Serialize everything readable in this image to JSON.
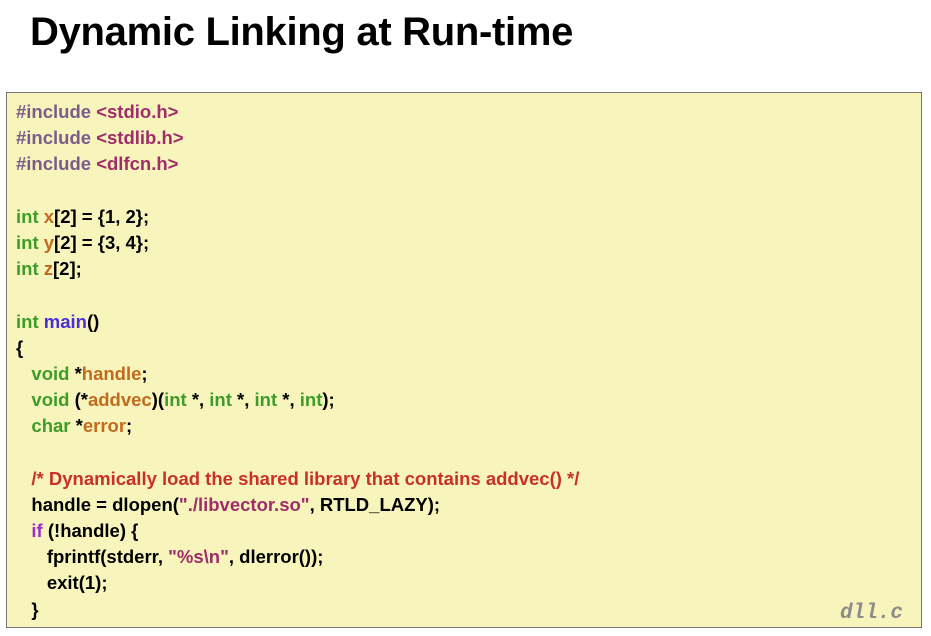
{
  "title": "Dynamic Linking at Run-time",
  "file_label": "dll.c",
  "colors": {
    "background": "#f7f5bb",
    "border": "#777777",
    "preprocessor": "#7b5c8c",
    "header_name": "#a02c6a",
    "keyword": "#3e9c2a",
    "identifier": "#c06b1e",
    "function_name": "#4b2fd6",
    "comment": "#c9302a",
    "string": "#a02c6a",
    "control_keyword": "#a02cc7",
    "plain": "#000000"
  },
  "code": {
    "lines": [
      {
        "tokens": [
          {
            "t": "#include ",
            "k": "pre"
          },
          {
            "t": "<stdio.h>",
            "k": "hdr"
          }
        ]
      },
      {
        "tokens": [
          {
            "t": "#include ",
            "k": "pre"
          },
          {
            "t": "<stdlib.h>",
            "k": "hdr"
          }
        ]
      },
      {
        "tokens": [
          {
            "t": "#include ",
            "k": "pre"
          },
          {
            "t": "<dlfcn.h>",
            "k": "hdr"
          }
        ]
      },
      {
        "tokens": []
      },
      {
        "tokens": [
          {
            "t": "int ",
            "k": "kw"
          },
          {
            "t": "x",
            "k": "id"
          },
          {
            "t": "[2] = {1, 2};",
            "k": "txt"
          }
        ]
      },
      {
        "tokens": [
          {
            "t": "int ",
            "k": "kw"
          },
          {
            "t": "y",
            "k": "id"
          },
          {
            "t": "[2] = {3, 4};",
            "k": "txt"
          }
        ]
      },
      {
        "tokens": [
          {
            "t": "int ",
            "k": "kw"
          },
          {
            "t": "z",
            "k": "id"
          },
          {
            "t": "[2];",
            "k": "txt"
          }
        ]
      },
      {
        "tokens": []
      },
      {
        "tokens": [
          {
            "t": "int ",
            "k": "kw"
          },
          {
            "t": "main",
            "k": "fn"
          },
          {
            "t": "()",
            "k": "txt"
          }
        ]
      },
      {
        "tokens": [
          {
            "t": "{",
            "k": "txt"
          }
        ]
      },
      {
        "tokens": [
          {
            "t": "   ",
            "k": "txt"
          },
          {
            "t": "void ",
            "k": "kw"
          },
          {
            "t": "*",
            "k": "txt"
          },
          {
            "t": "handle",
            "k": "id"
          },
          {
            "t": ";",
            "k": "txt"
          }
        ]
      },
      {
        "tokens": [
          {
            "t": "   ",
            "k": "txt"
          },
          {
            "t": "void ",
            "k": "kw"
          },
          {
            "t": "(*",
            "k": "txt"
          },
          {
            "t": "addvec",
            "k": "id"
          },
          {
            "t": ")(",
            "k": "txt"
          },
          {
            "t": "int ",
            "k": "kw"
          },
          {
            "t": "*, ",
            "k": "txt"
          },
          {
            "t": "int ",
            "k": "kw"
          },
          {
            "t": "*, ",
            "k": "txt"
          },
          {
            "t": "int ",
            "k": "kw"
          },
          {
            "t": "*, ",
            "k": "txt"
          },
          {
            "t": "int",
            "k": "kw"
          },
          {
            "t": ");",
            "k": "txt"
          }
        ]
      },
      {
        "tokens": [
          {
            "t": "   ",
            "k": "txt"
          },
          {
            "t": "char ",
            "k": "kw"
          },
          {
            "t": "*",
            "k": "txt"
          },
          {
            "t": "error",
            "k": "id"
          },
          {
            "t": ";",
            "k": "txt"
          }
        ]
      },
      {
        "tokens": []
      },
      {
        "tokens": [
          {
            "t": "   ",
            "k": "txt"
          },
          {
            "t": "/* Dynamically load the shared library that contains addvec() */",
            "k": "cm"
          }
        ]
      },
      {
        "tokens": [
          {
            "t": "   handle = dlopen(",
            "k": "txt"
          },
          {
            "t": "\"./libvector.so\"",
            "k": "str"
          },
          {
            "t": ", RTLD_LAZY);",
            "k": "txt"
          }
        ]
      },
      {
        "tokens": [
          {
            "t": "   ",
            "k": "txt"
          },
          {
            "t": "if",
            "k": "ctl"
          },
          {
            "t": " (!handle) {",
            "k": "txt"
          }
        ]
      },
      {
        "tokens": [
          {
            "t": "      fprintf(stderr, ",
            "k": "txt"
          },
          {
            "t": "\"%s\\n\"",
            "k": "str"
          },
          {
            "t": ", dlerror());",
            "k": "txt"
          }
        ]
      },
      {
        "tokens": [
          {
            "t": "      exit(1);",
            "k": "txt"
          }
        ]
      },
      {
        "tokens": [
          {
            "t": "   }",
            "k": "txt"
          }
        ]
      }
    ]
  }
}
